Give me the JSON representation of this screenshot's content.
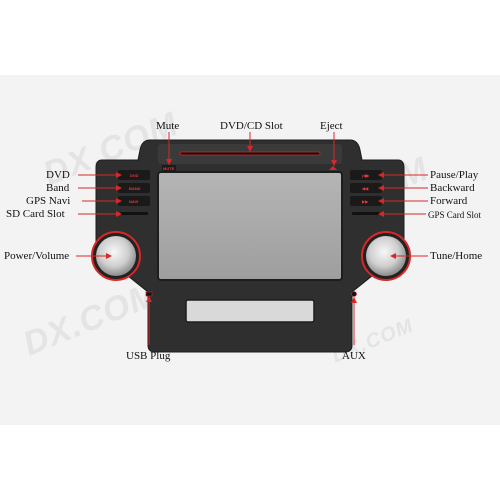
{
  "watermark": [
    "DX.COM",
    "DX.COM",
    "DX.COM",
    "DX.COM"
  ],
  "labels": {
    "mute": "Mute",
    "dvd_cd_slot": "DVD/CD Slot",
    "eject": "Eject",
    "dvd": "DVD",
    "band": "Band",
    "gps_navi": "GPS Navi",
    "sd_card_slot": "SD Card Slot",
    "power_volume": "Power/Volume",
    "pause_play": "Pause/Play",
    "backward": "Backward",
    "forward": "Forward",
    "gps_card_slot": "GPS Card Slot",
    "tune_home": "Tune/Home",
    "usb_plug": "USB Plug",
    "aux": "AUX"
  },
  "button_text": {
    "dvd": "DVD",
    "band": "BAND",
    "navi": "NAVI",
    "mute": "MUTE",
    "right1": "|◀▶",
    "right2": "◀◀",
    "right3": "▶▶"
  },
  "colors": {
    "accent": "#d62828",
    "device": "#2b2b2b",
    "screen": "#a9a9a9"
  }
}
